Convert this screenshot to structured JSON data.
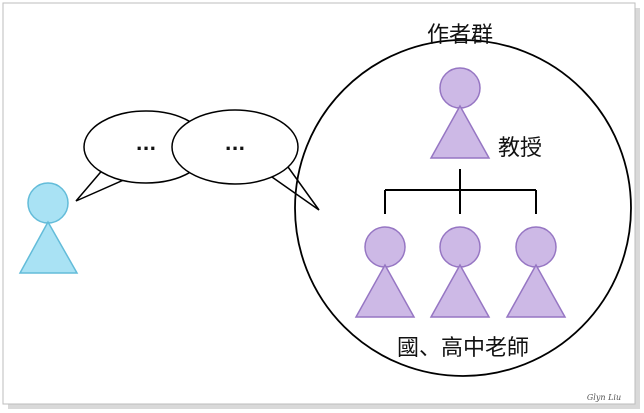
{
  "group_title": "作者群",
  "professor_label": "教授",
  "teachers_label": "國、高中老師",
  "speech_bubbles": [
    {
      "text": "..."
    },
    {
      "text": "..."
    }
  ],
  "signature": "Glyn Liu",
  "colors": {
    "reader_fill": "#a9e2f4",
    "reader_stroke": "#63bcd9",
    "author_fill": "#cdb9e6",
    "author_stroke": "#9676c3",
    "line": "#000000"
  }
}
